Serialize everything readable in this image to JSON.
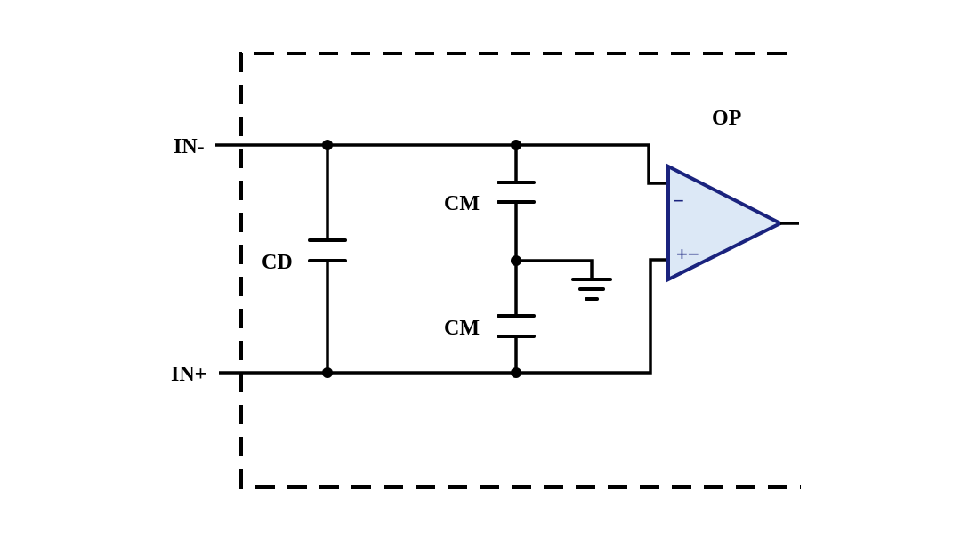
{
  "labels": {
    "in_minus": "IN-",
    "in_plus": "IN+",
    "cd": "CD",
    "cm_top": "CM",
    "cm_bottom": "CM",
    "op": "OP"
  },
  "opamp": {
    "inverting_sign": "−",
    "noninverting_sign": "+−",
    "fill_color": "#dce8f6",
    "stroke_color": "#1a237e"
  }
}
